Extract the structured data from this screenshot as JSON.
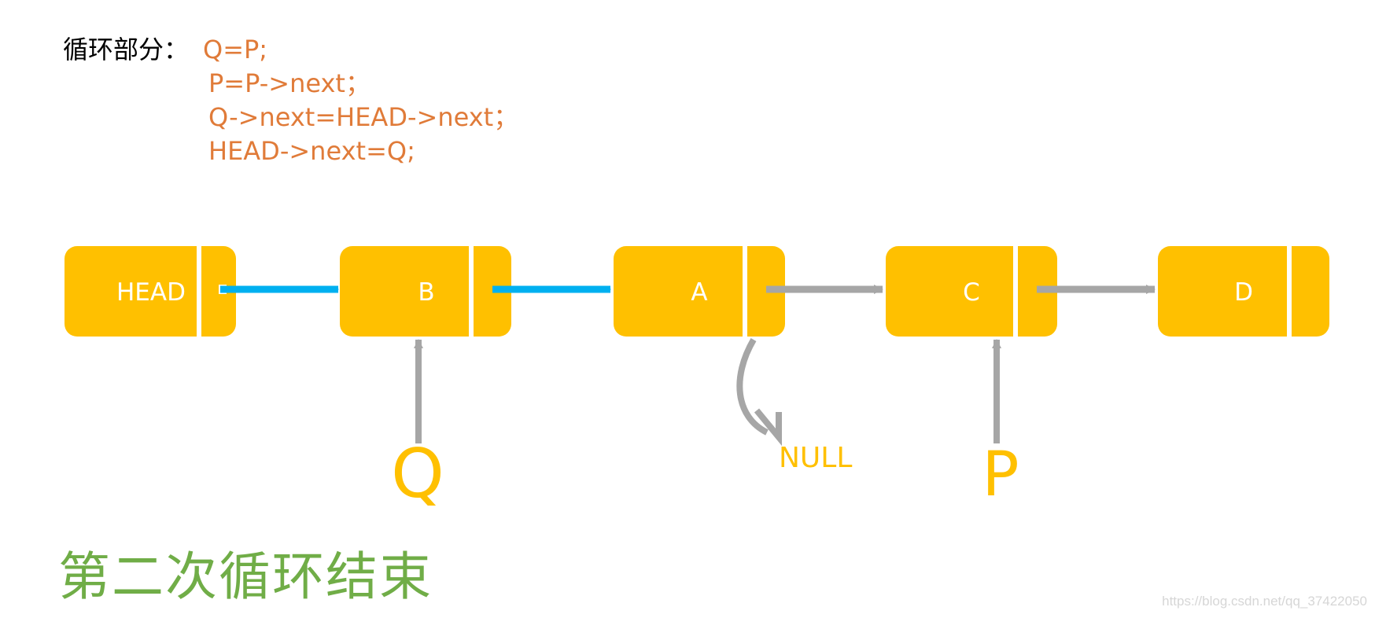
{
  "code": {
    "label": "循环部分：",
    "lines": [
      "Q=P;",
      "P=P->next；",
      "Q->next=HEAD->next；",
      "HEAD->next=Q;"
    ]
  },
  "nodes": [
    "HEAD",
    "B",
    "A",
    "C",
    "D"
  ],
  "pointers": {
    "q": "Q",
    "p": "P",
    "null": "NULL"
  },
  "title": "第二次循环结束",
  "watermark": "https://blog.csdn.net/qq_37422050",
  "colors": {
    "node": "#FFC000",
    "arrow_active": "#00B0F0",
    "arrow_inactive": "#A6A6A6",
    "code": "#E07B39",
    "title": "#70AD47"
  }
}
